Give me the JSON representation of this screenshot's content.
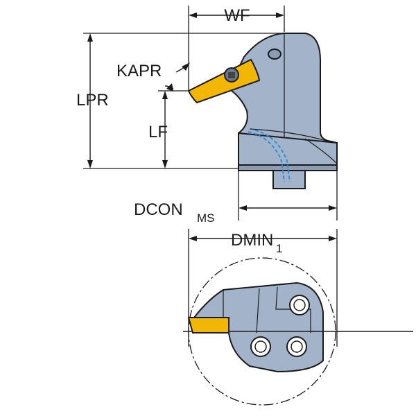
{
  "labels": {
    "wf": "WF",
    "kapr": "KAPR",
    "lpr": "LPR",
    "lf": "LF",
    "dcon": "DCON",
    "dcon_sub": "MS",
    "dmin": "DMIN",
    "dmin_sub": "1"
  },
  "colors": {
    "body": "#a3b3c9",
    "insert": "#f2b705",
    "coolant": "#2f8fd8",
    "line": "#1a1a1a"
  }
}
